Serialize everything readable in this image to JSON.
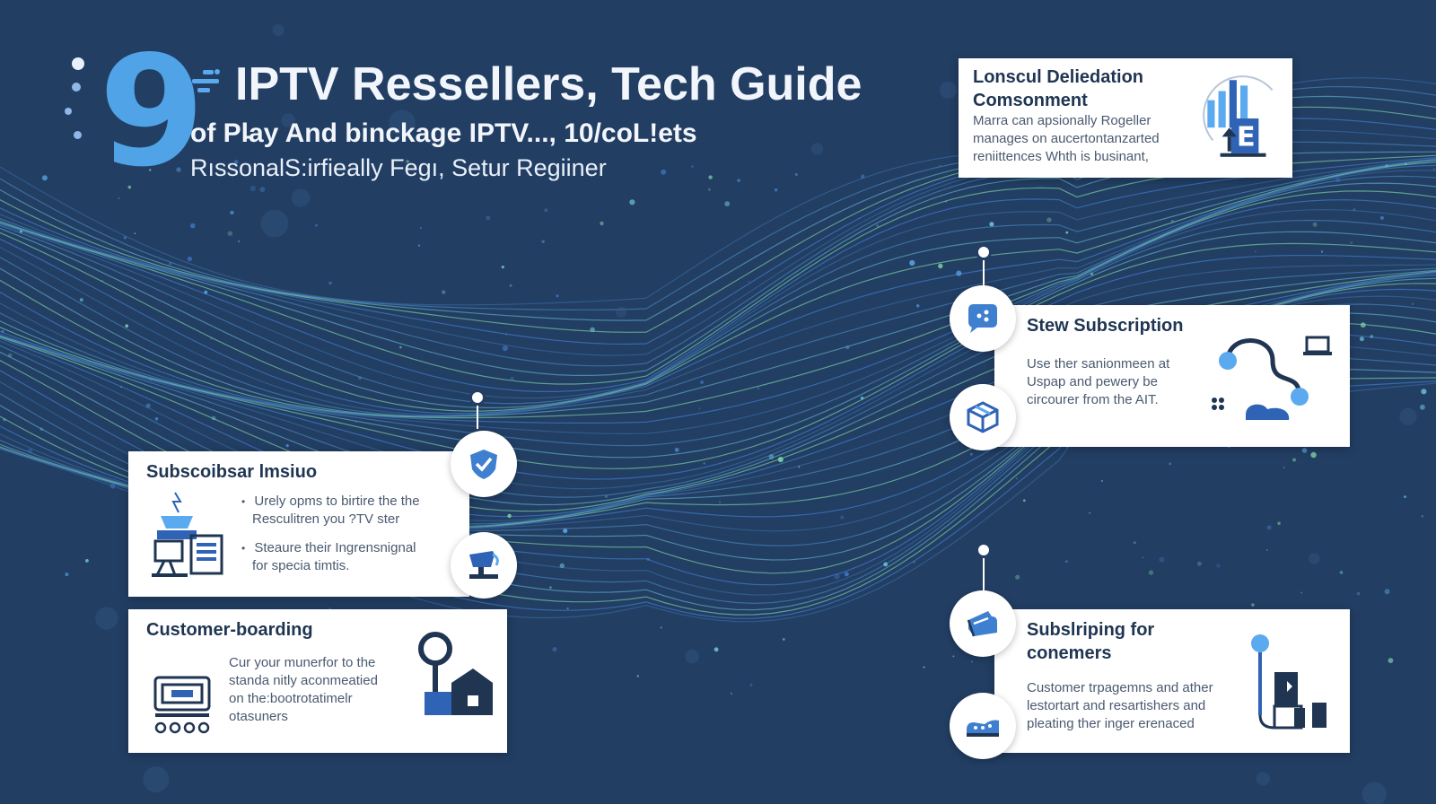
{
  "header": {
    "logo_glyph": "9",
    "title": "IPTV Ressellers, Tech Guide",
    "subtitle": "of Pl̵ay And binckage IPTV..., 10/coL!ets",
    "subtitle2": "RıssonalS:irfieally Fegı, Setur Regiiner"
  },
  "cards": {
    "top_right": {
      "title_line1": "Lonscul Deliedation",
      "title_line2": "Comsonment",
      "body_line1": "Marra can apsionally Rogeller",
      "body_line2": "manages on aucertontanzarted",
      "body_line3": "reniittences Whth is businant,"
    },
    "subscription": {
      "title": "Stew Subscription",
      "body_line1": "Use ther sanionmeen at",
      "body_line2": "Uspap and pewery be",
      "body_line3": "circourer from the AIT."
    },
    "subscribsar": {
      "title": "Subscoibsar lmsiuo",
      "bullet1_line1": "Urely opms to birtire the the",
      "bullet1_line2": "Resculitren you ?TV ster",
      "bullet2_line1": "Steaure their Ingrensnignal",
      "bullet2_line2": "for specia timtis."
    },
    "customer_boarding": {
      "title": "Customer-boarding",
      "body_line1": "Cur your munerfor to the",
      "body_line2": "standa nitly aconmeatied",
      "body_line3": "on the:bootrotatimelr",
      "body_line4": "otasuners"
    },
    "subsl_striping": {
      "title_line1": "Subslriping for",
      "title_line2": "conemers",
      "body_line1": "Customer trpagemns and ather",
      "body_line2": "lestortart and resartishers and",
      "body_line3": "pleating ther inger erenaced"
    }
  },
  "icons": {
    "title_icon": "list-icon",
    "subscription_circle_top": "chat-bubble-icon",
    "subscription_circle_bottom": "package-icon",
    "subscribsar_circle_top": "shield-check-icon",
    "subscribsar_circle_bottom": "monitor-icon",
    "subsl_circle_top": "ticket-icon",
    "subsl_circle_bottom": "shoe-icon"
  },
  "colors": {
    "background": "#223e63",
    "accent": "#4fa3e6",
    "card_title": "#1f3552",
    "icon_blue": "#2f63b5",
    "card_text": "#4a5a70"
  }
}
